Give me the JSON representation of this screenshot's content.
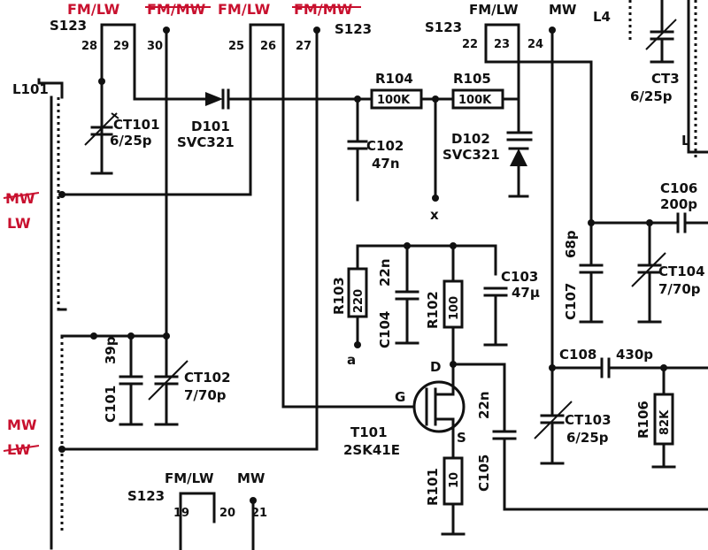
{
  "switch_labels": {
    "left_group": {
      "fm_lw": "FM/LW",
      "fm_mw": "FM/MW",
      "s123": "S123"
    },
    "mid_group": {
      "fm_lw": "FM/LW",
      "fm_mw": "FM/MW",
      "s123": "S123"
    },
    "right_group": {
      "fm_lw": "FM/LW",
      "mw": "MW",
      "s123": "S123"
    },
    "bottom_group": {
      "fm_lw": "FM/LW",
      "mw": "MW",
      "s123": "S123"
    }
  },
  "pins": [
    "28",
    "29",
    "30",
    "25",
    "26",
    "27",
    "22",
    "23",
    "24",
    "19",
    "20",
    "21"
  ],
  "side_labels": {
    "mw_strike_top": "MW",
    "lw_top": "LW",
    "mw_bottom": "MW",
    "lw_strike_bottom": "LW"
  },
  "components": {
    "L101": "L101",
    "L4": "L4",
    "CT101": {
      "ref": "CT101",
      "value": "6/25p"
    },
    "D101": {
      "ref": "D101",
      "value": "SVC321"
    },
    "R104": {
      "ref": "R104",
      "value": "100K"
    },
    "R105": {
      "ref": "R105",
      "value": "100K"
    },
    "C102": {
      "ref": "C102",
      "value": "47n"
    },
    "D102": {
      "ref": "D102",
      "value": "SVC321"
    },
    "CT3": {
      "ref": "CT3",
      "value": "6/25p"
    },
    "C106": {
      "ref": "C106",
      "value": "200p"
    },
    "C107": {
      "ref": "C107",
      "value": "68p"
    },
    "CT104": {
      "ref": "CT104",
      "value": "7/70p"
    },
    "R103": {
      "ref": "R103",
      "value": "220"
    },
    "C104": {
      "ref": "C104",
      "value": "22n"
    },
    "R102": {
      "ref": "R102",
      "value": "100"
    },
    "C103": {
      "ref": "C103",
      "value": "47µ"
    },
    "C101": {
      "ref": "C101",
      "value": "39p"
    },
    "CT102": {
      "ref": "CT102",
      "value": "7/70p"
    },
    "C108": {
      "ref": "C108",
      "value": "430p"
    },
    "T101": {
      "ref": "T101",
      "value": "2SK41E"
    },
    "C105": {
      "ref": "C105",
      "value": "22n"
    },
    "CT103": {
      "ref": "CT103",
      "value": "6/25p"
    },
    "R106": {
      "ref": "R106",
      "value": "82K"
    },
    "R101": {
      "ref": "R101",
      "value": "10"
    }
  },
  "terminals": {
    "gate": "G",
    "drain": "D",
    "source": "S",
    "x_mark": "x",
    "a_mark": "a"
  }
}
